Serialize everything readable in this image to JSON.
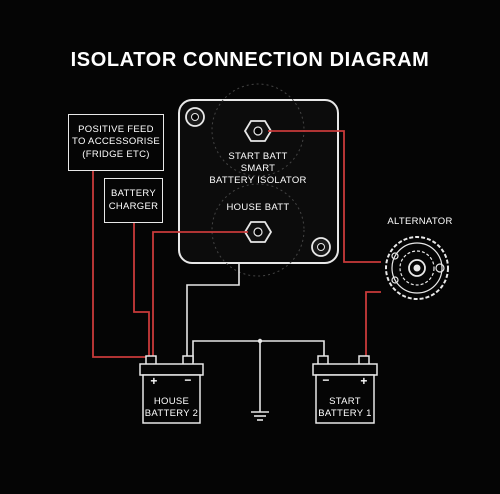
{
  "title": "ISOLATOR CONNECTION DIAGRAM",
  "labels": {
    "positive_feed_line1": "POSITIVE FEED",
    "positive_feed_line2": "TO ACCESSORISE",
    "positive_feed_line3": "(FRIDGE ETC)",
    "battery_charger_line1": "BATTERY",
    "battery_charger_line2": "CHARGER",
    "isolator_line1": "START BATT",
    "isolator_line2": "SMART",
    "isolator_line3": "BATTERY ISOLATOR",
    "isolator_house": "HOUSE BATT",
    "alternator": "ALTERNATOR",
    "house_battery_line1": "HOUSE",
    "house_battery_line2": "BATTERY 2",
    "start_battery_line1": "START",
    "start_battery_line2": "BATTERY 1",
    "battery_plus": "+",
    "battery_minus": "−"
  },
  "colors": {
    "background": "#050505",
    "positive_wire": "#c83a3a",
    "negative_wire": "#e6e6e6",
    "outline": "#e8e8e8"
  }
}
